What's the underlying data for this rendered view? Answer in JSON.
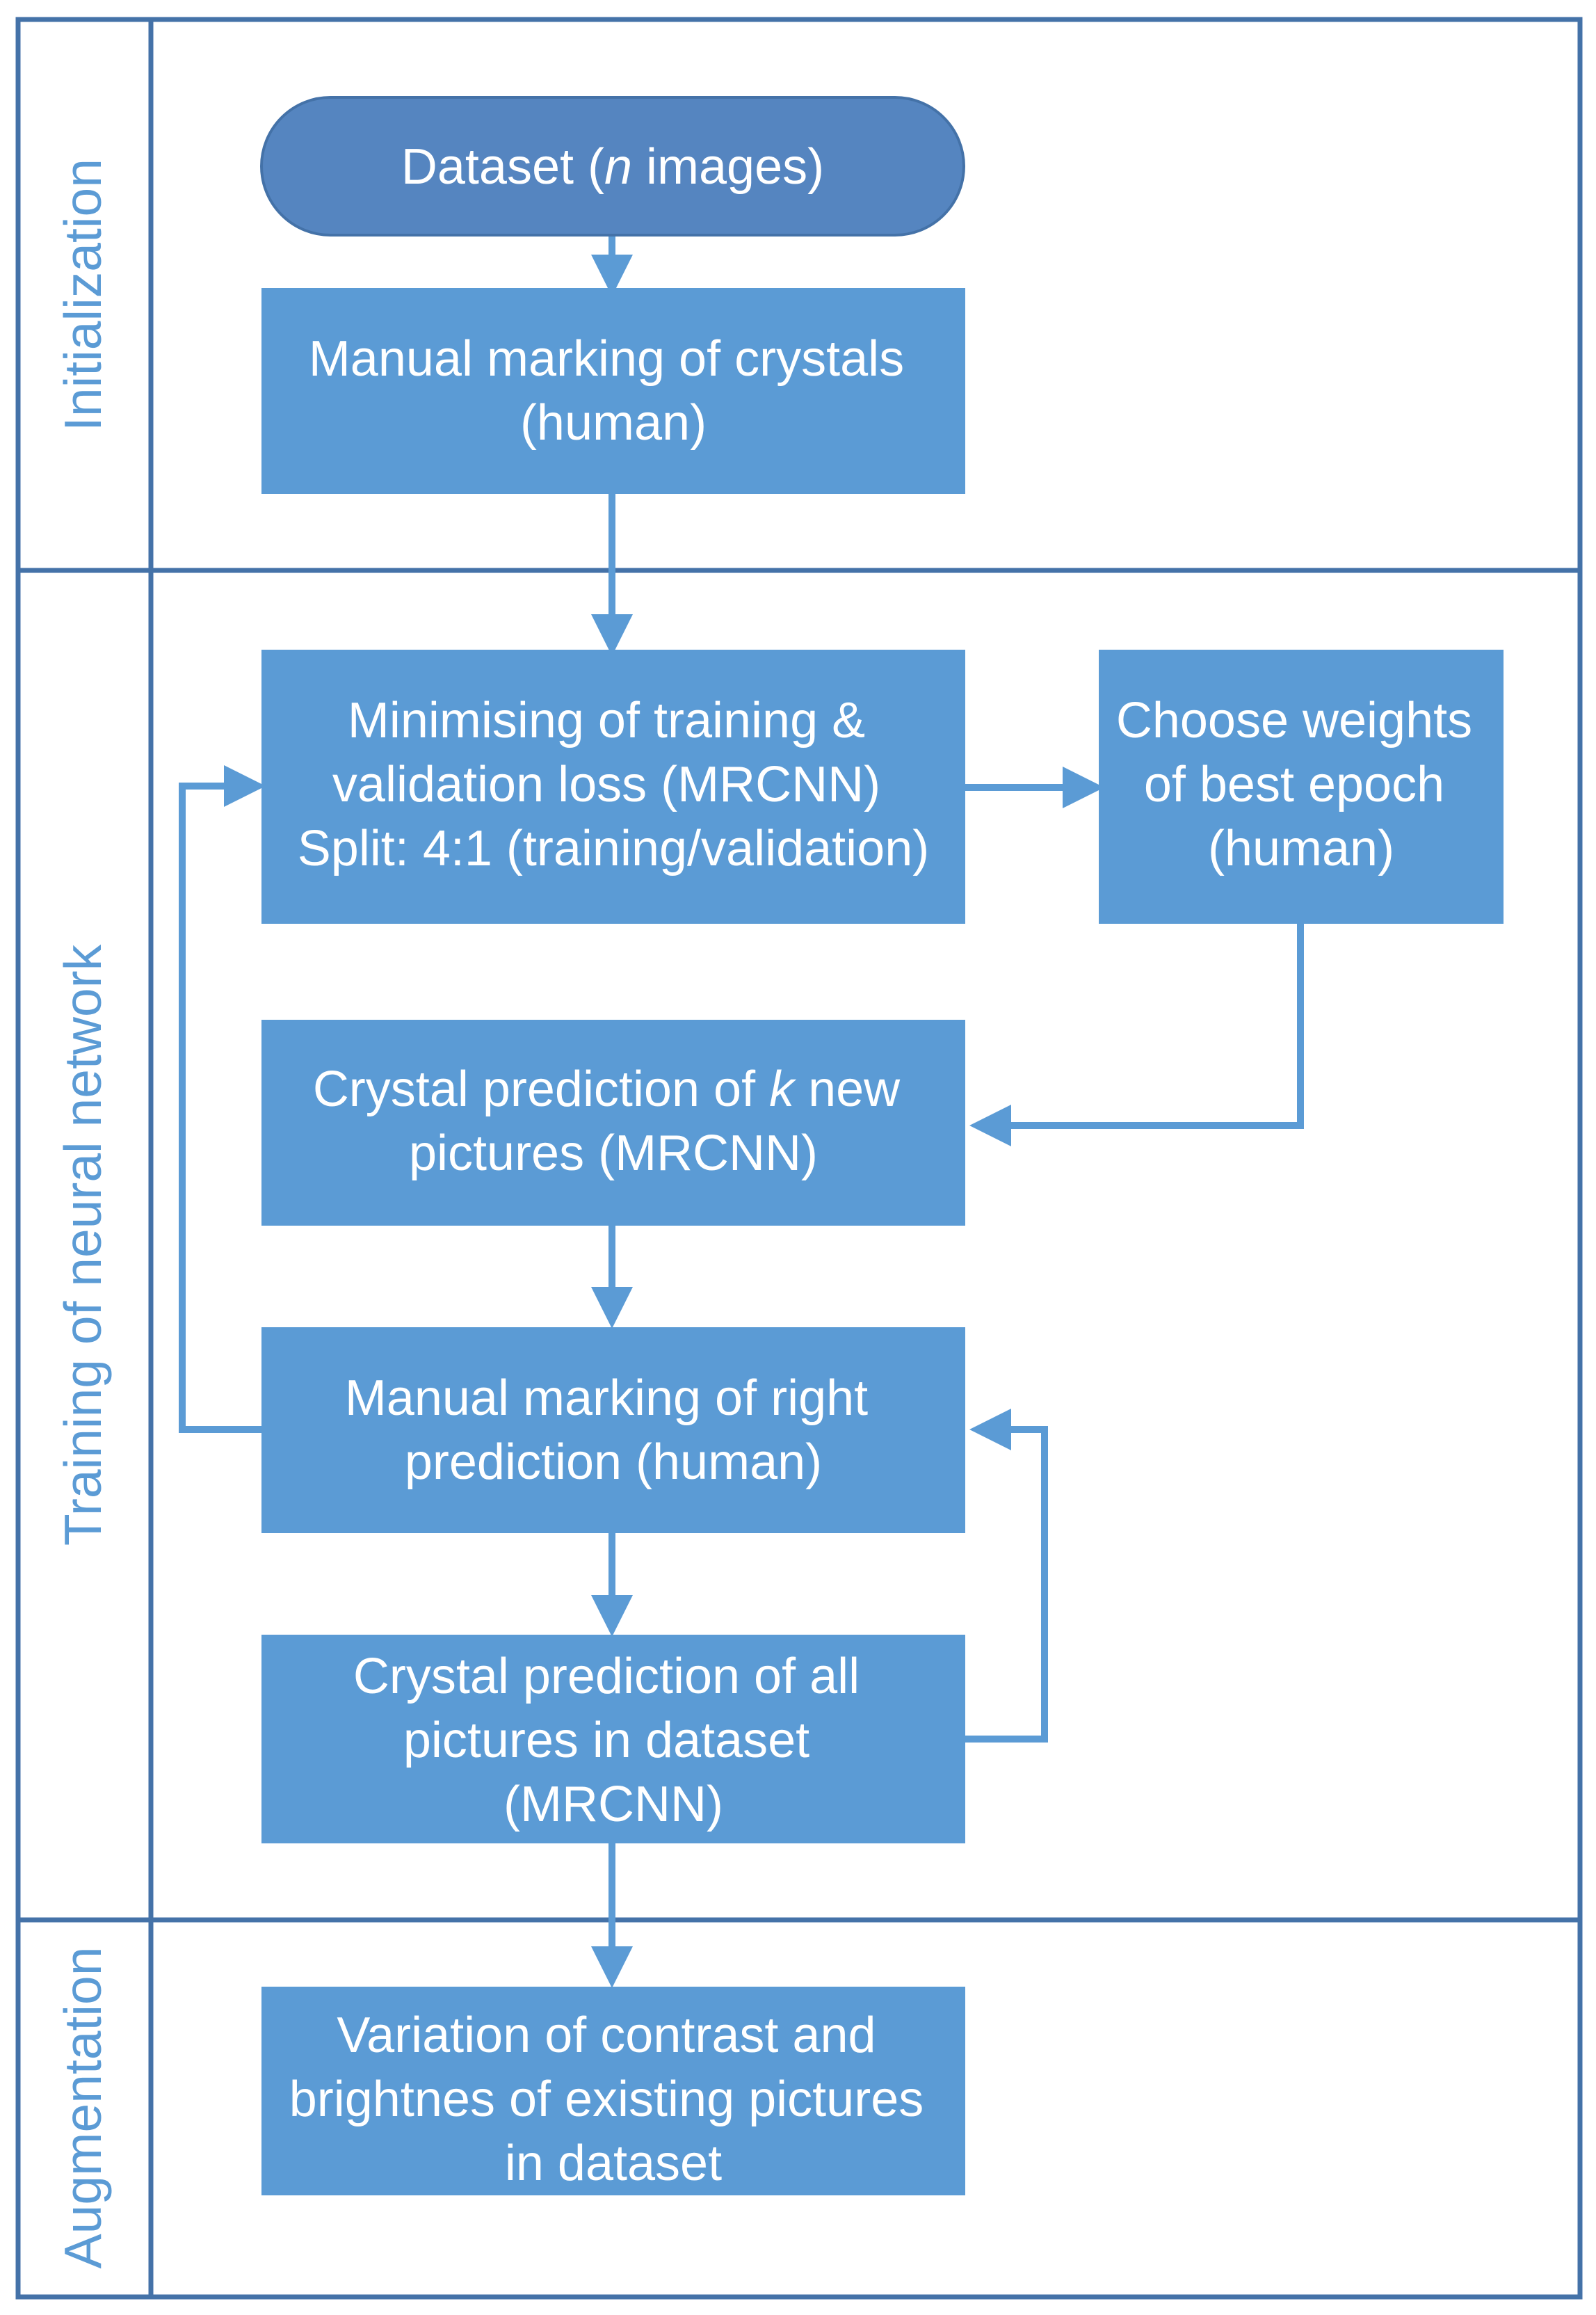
{
  "colors": {
    "frame": "#4472a8",
    "box_fill": "#5b9bd5",
    "terminal_fill": "#5585c0",
    "arrow": "#5b9bd5",
    "lane_text": "#5b9bd5",
    "node_text": "#ffffff"
  },
  "lanes": {
    "initialization": "Initialization",
    "training": "Training of neural network",
    "augmentation": "Augmentation"
  },
  "nodes": {
    "dataset": {
      "pre": "Dataset (",
      "italic": "n",
      "post": " images)"
    },
    "manual_marking": {
      "line1": "Manual marking of crystals",
      "line2": "(human)"
    },
    "minimising": {
      "line1": "Minimising of training &",
      "line2": "validation loss (MRCNN)",
      "line3": "Split: 4:1 (training/validation)"
    },
    "choose_weights": {
      "line1": "Choose weights",
      "line2": "of best epoch",
      "line3": "(human)"
    },
    "crystal_k": {
      "line1_pre": "Crystal prediction of ",
      "line1_italic": "k",
      "line1_post": " new",
      "line2": "pictures (MRCNN)"
    },
    "manual_right": {
      "line1": "Manual marking of right",
      "line2": "prediction (human)"
    },
    "crystal_all": {
      "line1": "Crystal prediction of all",
      "line2": "pictures in dataset",
      "line3": "(MRCNN)"
    },
    "variation": {
      "line1": "Variation of contrast and",
      "line2": "brightnes of existing pictures",
      "line3": "in dataset"
    }
  }
}
